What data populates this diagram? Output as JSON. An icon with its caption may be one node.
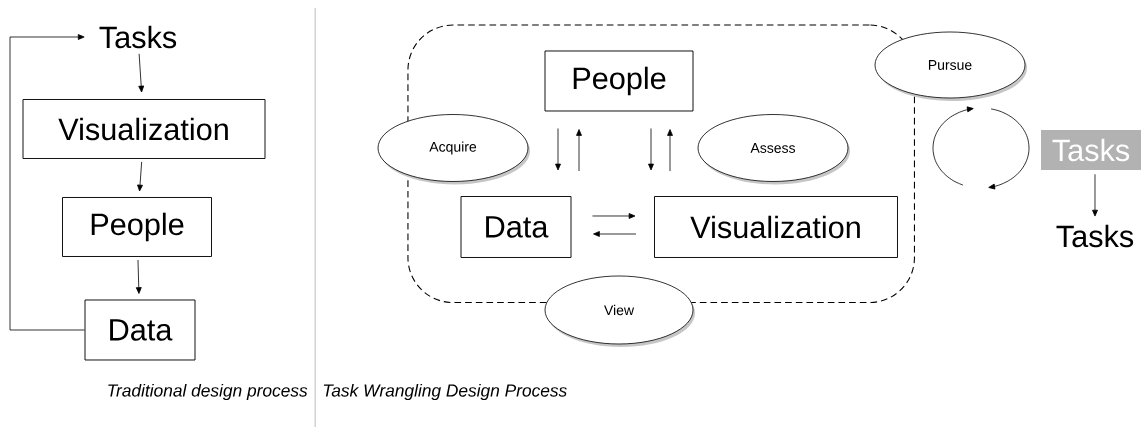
{
  "diagram": {
    "caption": "Traditional design process",
    "nodes": [
      {
        "text": [
          "Tasks"
        ]
      },
      {
        "text": [
          "Visualization"
        ]
      },
      {
        "text": [
          "People"
        ]
      },
      {
        "text": [
          "Data"
        ]
      },
      {
        "text": [],
        "shape": "box"
      },
      {
        "text": [
          "People"
        ],
        "in": 4
      },
      {
        "text": [
          "Acquire"
        ]
      },
      {
        "text": [
          "Assess"
        ],
        "in": 4
      },
      {
        "text": [
          "Data"
        ],
        "in": 4
      },
      {
        "text": [
          "Visualization"
        ],
        "in": 4
      },
      {
        "text": [
          "View"
        ]
      },
      {
        "text": [
          "Pursue"
        ]
      },
      {
        "text": [
          "Tasks"
        ]
      },
      {
        "text": [
          "Tasks"
        ]
      }
    ],
    "edges": [
      {
        "from": 0,
        "to": 1,
        "arrow": "to"
      },
      {
        "from": 1,
        "to": 2,
        "arrow": "to"
      },
      {
        "from": 2,
        "to": 3,
        "arrow": "to"
      },
      {
        "from": 3,
        "to": 0,
        "arrow": "to"
      },
      {
        "from": 5,
        "to": 8,
        "arrow": "to"
      },
      {
        "from": 8,
        "to": 5,
        "arrow": "to"
      },
      {
        "from": 5,
        "to": 9,
        "arrow": "to"
      },
      {
        "from": 9,
        "to": 5,
        "arrow": "to"
      },
      {
        "from": 8,
        "to": 9,
        "arrow": "to"
      },
      {
        "from": 9,
        "to": 8,
        "arrow": "to"
      },
      {
        "from": 12,
        "to": 13,
        "arrow": "to"
      }
    ],
    "labels": [
      "Task Wrangling Design Process"
    ]
  }
}
